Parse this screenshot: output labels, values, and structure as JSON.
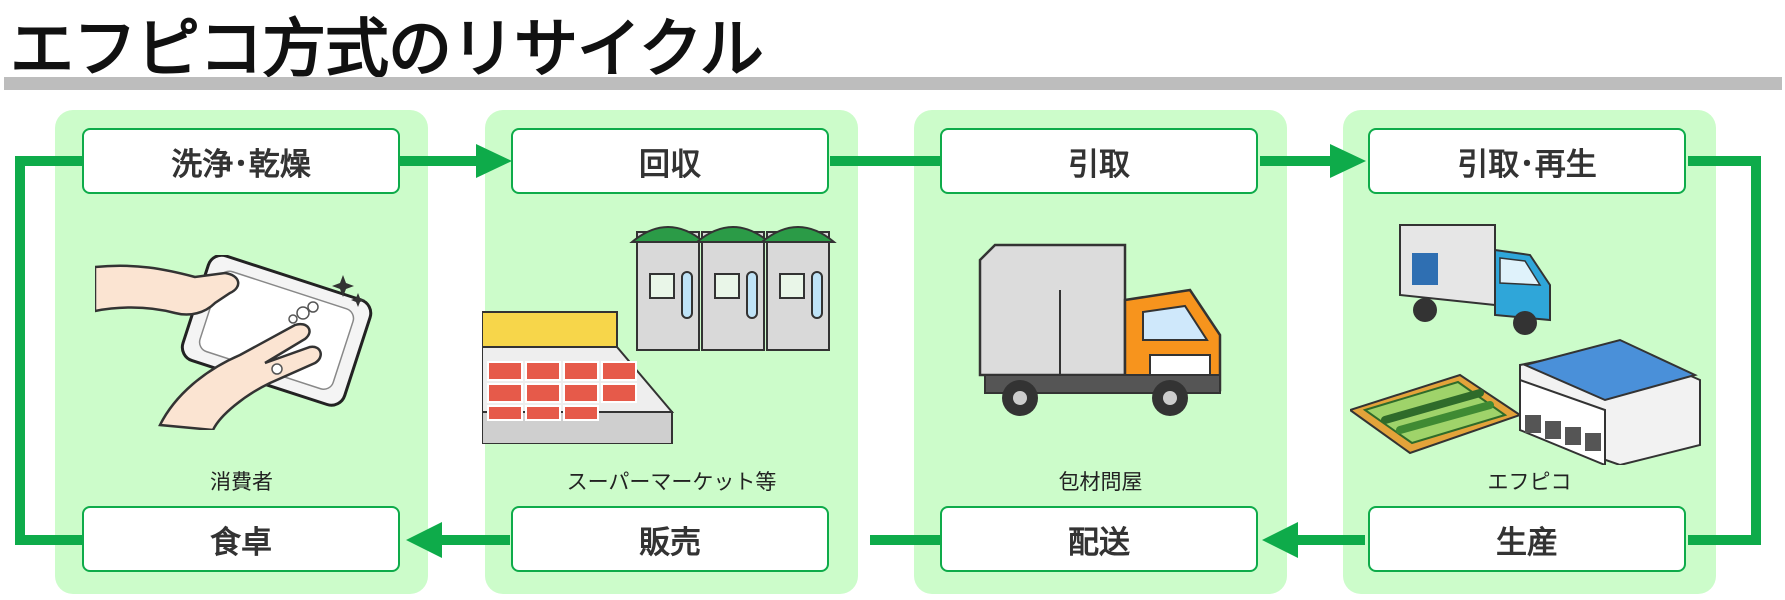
{
  "title": "エフピコ方式のリサイクル",
  "stages": [
    {
      "top_label": "洗浄･乾燥",
      "caption": "消費者",
      "bottom_label": "食卓"
    },
    {
      "top_label": "回収",
      "caption": "スーパーマーケット等",
      "bottom_label": "販売"
    },
    {
      "top_label": "引取",
      "caption": "包材問屋",
      "bottom_label": "配送"
    },
    {
      "top_label": "引取･再生",
      "caption": "エフピコ",
      "bottom_label": "生産"
    }
  ],
  "colors": {
    "flow": "#0eab4a",
    "panel": "#ccfcca",
    "rule": "#bdbdbd"
  }
}
